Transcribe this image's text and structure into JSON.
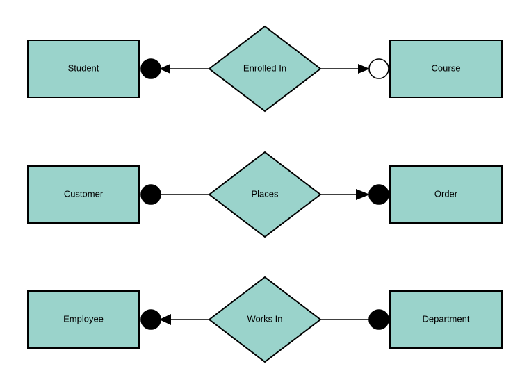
{
  "diagram": {
    "type": "entity-relationship-diagram",
    "background_color": "#ffffff",
    "shape_fill_color": "#9ad3cb",
    "stroke_color": "#000000",
    "rows": [
      {
        "id": "row-enrolled-in",
        "left_entity": "Student",
        "relationship": "Enrolled In",
        "right_entity": "Course",
        "left_marker": "filled-circle",
        "left_arrow": "arrow-left",
        "right_marker": "hollow-circle",
        "right_arrow": "arrow-right"
      },
      {
        "id": "row-places",
        "left_entity": "Customer",
        "relationship": "Places",
        "right_entity": "Order",
        "left_marker": "filled-circle",
        "left_arrow": "none",
        "right_marker": "filled-circle",
        "right_arrow": "arrow-right"
      },
      {
        "id": "row-works-in",
        "left_entity": "Employee",
        "relationship": "Works In",
        "right_entity": "Department",
        "left_marker": "filled-circle",
        "left_arrow": "arrow-left",
        "right_marker": "filled-circle",
        "right_arrow": "none"
      }
    ]
  }
}
